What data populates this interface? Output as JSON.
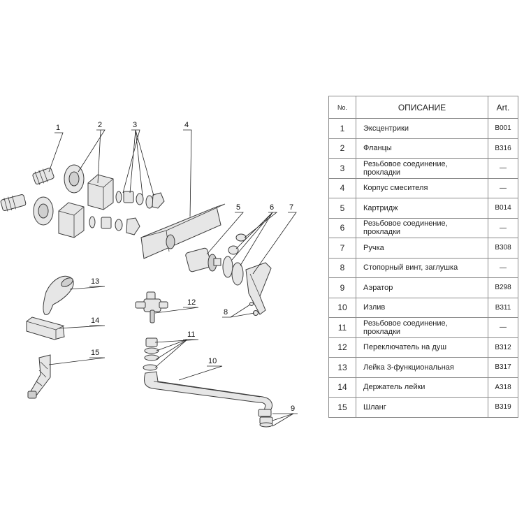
{
  "table": {
    "headers": {
      "no": "No.",
      "description": "ОПИСАНИЕ",
      "art": "Art."
    },
    "rows": [
      {
        "no": "1",
        "description": "Эксцентрики",
        "art": "B001"
      },
      {
        "no": "2",
        "description": "Фланцы",
        "art": "B316"
      },
      {
        "no": "3",
        "description": "Резьбовое соединение, прокладки",
        "art": "—"
      },
      {
        "no": "4",
        "description": "Корпус смесителя",
        "art": "—"
      },
      {
        "no": "5",
        "description": "Картридж",
        "art": "B014"
      },
      {
        "no": "6",
        "description": "Резьбовое соединение, прокладки",
        "art": "—"
      },
      {
        "no": "7",
        "description": "Ручка",
        "art": "B308"
      },
      {
        "no": "8",
        "description": "Стопорный винт, заглушка",
        "art": "—"
      },
      {
        "no": "9",
        "description": "Аэратор",
        "art": "B298"
      },
      {
        "no": "10",
        "description": "Излив",
        "art": "B311"
      },
      {
        "no": "11",
        "description": "Резьбовое соединение, прокладки",
        "art": "—"
      },
      {
        "no": "12",
        "description": "Переключатель на душ",
        "art": "B312"
      },
      {
        "no": "13",
        "description": "Лейка 3-функциональная",
        "art": "B317"
      },
      {
        "no": "14",
        "description": "Держатель лейки",
        "art": "A318"
      },
      {
        "no": "15",
        "description": "Шланг",
        "art": "B319"
      }
    ]
  },
  "callouts": [
    "1",
    "2",
    "3",
    "4",
    "5",
    "6",
    "7",
    "8",
    "9",
    "10",
    "11",
    "12",
    "13",
    "14",
    "15"
  ]
}
